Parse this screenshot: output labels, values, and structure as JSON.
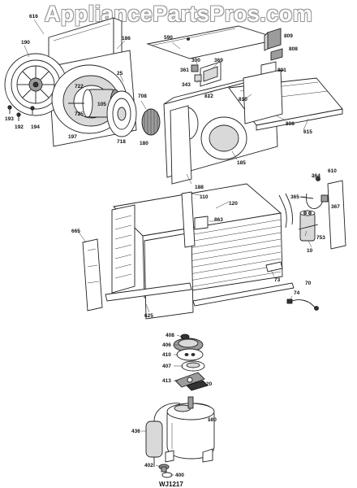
{
  "watermark": "AppliancePartsPros.com",
  "figure_code": "WJ1217",
  "part_labels": {
    "p616": "616",
    "p590": "590",
    "p809": "809",
    "p808": "808",
    "p190": "190",
    "p186": "186",
    "p300": "300",
    "p361": "361",
    "p369": "369",
    "p801": "801",
    "p343": "343",
    "p25": "25",
    "p722": "722",
    "p708": "708",
    "p812": "812",
    "p810": "810",
    "p808b": "808",
    "p193": "193",
    "p192": "192",
    "p194": "194",
    "p725": "725",
    "p105": "105",
    "p197": "197",
    "p718": "718",
    "p180": "180",
    "p615": "615",
    "p188": "188",
    "p185": "185",
    "p610": "610",
    "p364": "364",
    "p110": "110",
    "p365": "365",
    "p367": "367",
    "p863": "863",
    "p120": "120",
    "p665": "665",
    "p753": "753",
    "p10": "10",
    "p73": "73",
    "p70": "70",
    "p74": "74",
    "p625": "625",
    "p408": "408",
    "p406": "406",
    "p410": "410",
    "p407": "407",
    "p413": "413",
    "p20": "20",
    "p100": "100",
    "p436": "436",
    "p402": "402",
    "p400": "400"
  }
}
